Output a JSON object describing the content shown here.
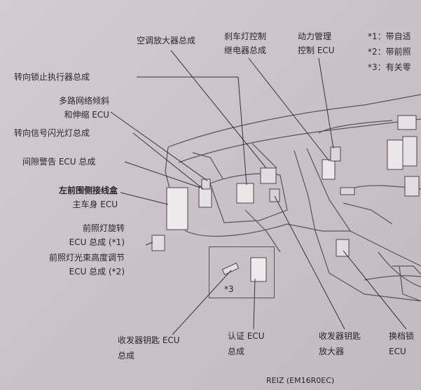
{
  "callouts": {
    "air_conditioner_amp": "空调放大器总成",
    "stop_lamp_relay": [
      "刹车灯控制",
      "继电器总成"
    ],
    "power_mgmt_ecu": [
      "动力管理",
      "控制 ECU"
    ],
    "steering_lock": "转向锁止执行器总成",
    "multiplex_tilt": [
      "多路网络倾斜",
      "和伸缩 ECU"
    ],
    "turn_signal_flasher": "转向信号闪光灯总成",
    "clearance_warning_ecu": "间隙警告 ECU 总成",
    "left_junction_block": [
      "左前围侧接线盒",
      "主车身 ECU"
    ],
    "headlamp_swivel_ecu": [
      "前照灯旋转",
      "ECU 总成 (*1)"
    ],
    "headlamp_leveling_ecu": [
      "前照灯光束高度调节",
      "ECU 总成 (*2)"
    ],
    "transponder_key_ecu": [
      "收发器钥匙 ECU",
      "总成"
    ],
    "certification_ecu": [
      "认证 ECU",
      "总成"
    ],
    "transponder_key_amp": [
      "收发器钥匙",
      "放大器"
    ],
    "shift_lock_ecu": [
      "换档锁",
      "ECU"
    ],
    "box_marker": "*3"
  },
  "notes": [
    "*1：带自适",
    "*2：带前照",
    "*3：有关零"
  ],
  "footer": {
    "reference": "REIZ (EM16R0EC)"
  }
}
